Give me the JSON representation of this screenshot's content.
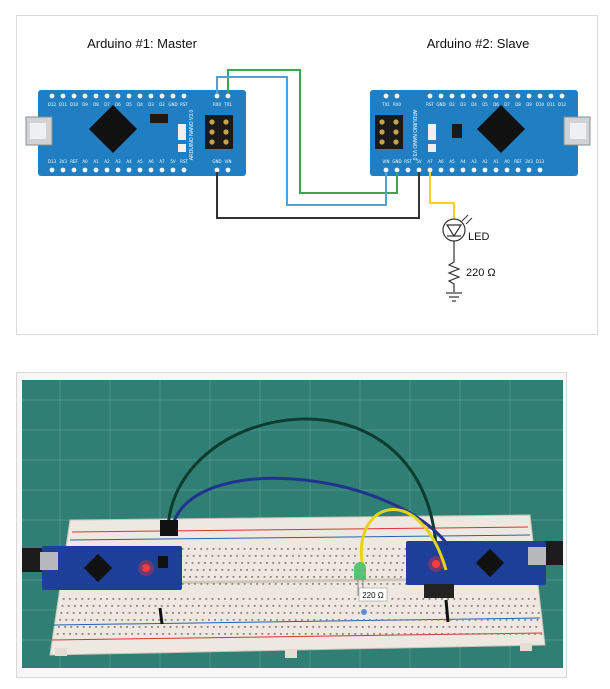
{
  "top_diagram": {
    "master_title": "Arduino #1: Master",
    "slave_title": "Arduino #2: Slave",
    "led_label": "LED",
    "resistor_label": "220 Ω",
    "board_text": "ARDUINO NANO V3.0",
    "pin_labels_top": [
      "D12",
      "D11",
      "D10",
      "D9",
      "D8",
      "D7",
      "D6",
      "D5",
      "D4",
      "D3",
      "D2",
      "GND",
      "RST",
      "RX0",
      "TX1"
    ],
    "pin_labels_bottom": [
      "D13",
      "3V3",
      "REF",
      "A0",
      "A1",
      "A2",
      "A3",
      "A4",
      "A5",
      "A6",
      "A7",
      "5V",
      "RST",
      "GND",
      "VIN"
    ],
    "wire_colors": {
      "green": "#3aa655",
      "blue": "#4fa3dc",
      "black": "#333333",
      "yellow": "#f2d21b"
    }
  },
  "bottom_photo": {
    "resistor_tag": "220 Ω"
  }
}
